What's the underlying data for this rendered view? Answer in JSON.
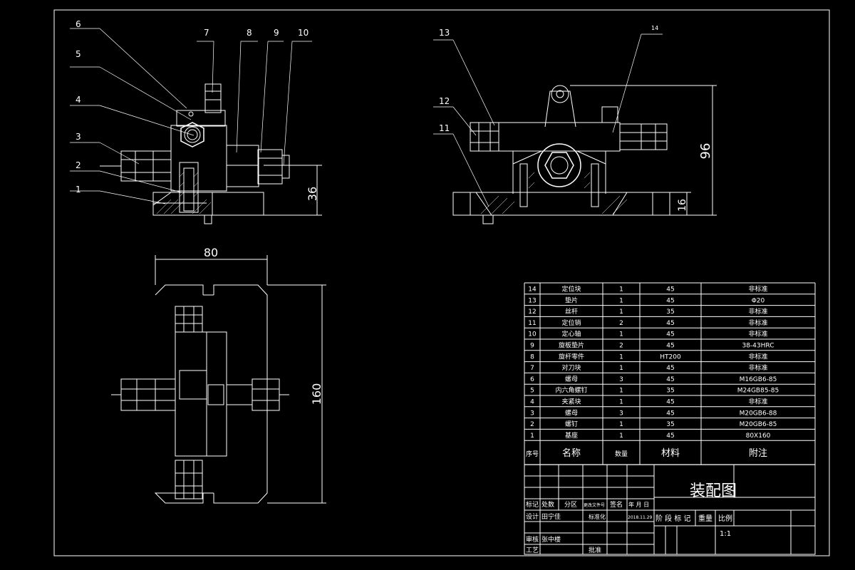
{
  "balloons": [
    {
      "no": "1"
    },
    {
      "no": "2"
    },
    {
      "no": "3"
    },
    {
      "no": "4"
    },
    {
      "no": "5"
    },
    {
      "no": "6"
    },
    {
      "no": "7"
    },
    {
      "no": "8"
    },
    {
      "no": "9"
    },
    {
      "no": "10"
    },
    {
      "no": "11"
    },
    {
      "no": "12"
    },
    {
      "no": "13"
    },
    {
      "no": "14"
    }
  ],
  "dimensions": {
    "front_height": "36",
    "side_height": "96",
    "side_base": "16",
    "top_width": "80",
    "top_length": "160"
  },
  "bom": [
    {
      "no": "14",
      "name": "定位块",
      "qty": "1",
      "material": "45",
      "note": "非标准"
    },
    {
      "no": "13",
      "name": "垫片",
      "qty": "1",
      "material": "45",
      "note": "Φ20"
    },
    {
      "no": "12",
      "name": "丝杆",
      "qty": "1",
      "material": "35",
      "note": "非标准"
    },
    {
      "no": "11",
      "name": "定位销",
      "qty": "2",
      "material": "45",
      "note": "非标准"
    },
    {
      "no": "10",
      "name": "定心轴",
      "qty": "1",
      "material": "45",
      "note": "非标准"
    },
    {
      "no": "9",
      "name": "旋板垫片",
      "qty": "2",
      "material": "45",
      "note": "38-43HRC"
    },
    {
      "no": "8",
      "name": "旋杆零件",
      "qty": "1",
      "material": "HT200",
      "note": "非标准"
    },
    {
      "no": "7",
      "name": "对刀块",
      "qty": "1",
      "material": "45",
      "note": "非标准"
    },
    {
      "no": "6",
      "name": "螺母",
      "qty": "3",
      "material": "45",
      "note": "M16GB6-85"
    },
    {
      "no": "5",
      "name": "内六角螺钉",
      "qty": "1",
      "material": "35",
      "note": "M24GB85-85"
    },
    {
      "no": "4",
      "name": "夹紧块",
      "qty": "1",
      "material": "45",
      "note": "非标准"
    },
    {
      "no": "3",
      "name": "螺母",
      "qty": "3",
      "material": "45",
      "note": "M20GB6-88"
    },
    {
      "no": "2",
      "name": "螺钉",
      "qty": "1",
      "material": "35",
      "note": "M20GB6-85"
    },
    {
      "no": "1",
      "name": "基座",
      "qty": "1",
      "material": "45",
      "note": "80X160"
    }
  ],
  "bom_header": {
    "no": "序号",
    "name": "名称",
    "qty": "数量",
    "material": "材料",
    "note": "附注"
  },
  "title_block": {
    "title": "装配图",
    "mark": "标记",
    "count": "处数",
    "zone": "分区",
    "change_doc": "更改文件号",
    "signature": "签名",
    "date": "年 月 日",
    "design": "设计",
    "designer": "田宁佳",
    "standardize": "标准化",
    "design_date": "2018.11.29",
    "stage_mark": "阶 段 标 记",
    "weight": "重量",
    "scale_label": "比例",
    "scale": "1:1",
    "review": "审核",
    "reviewer": "张中楼",
    "process": "工艺",
    "approve": "批准"
  }
}
